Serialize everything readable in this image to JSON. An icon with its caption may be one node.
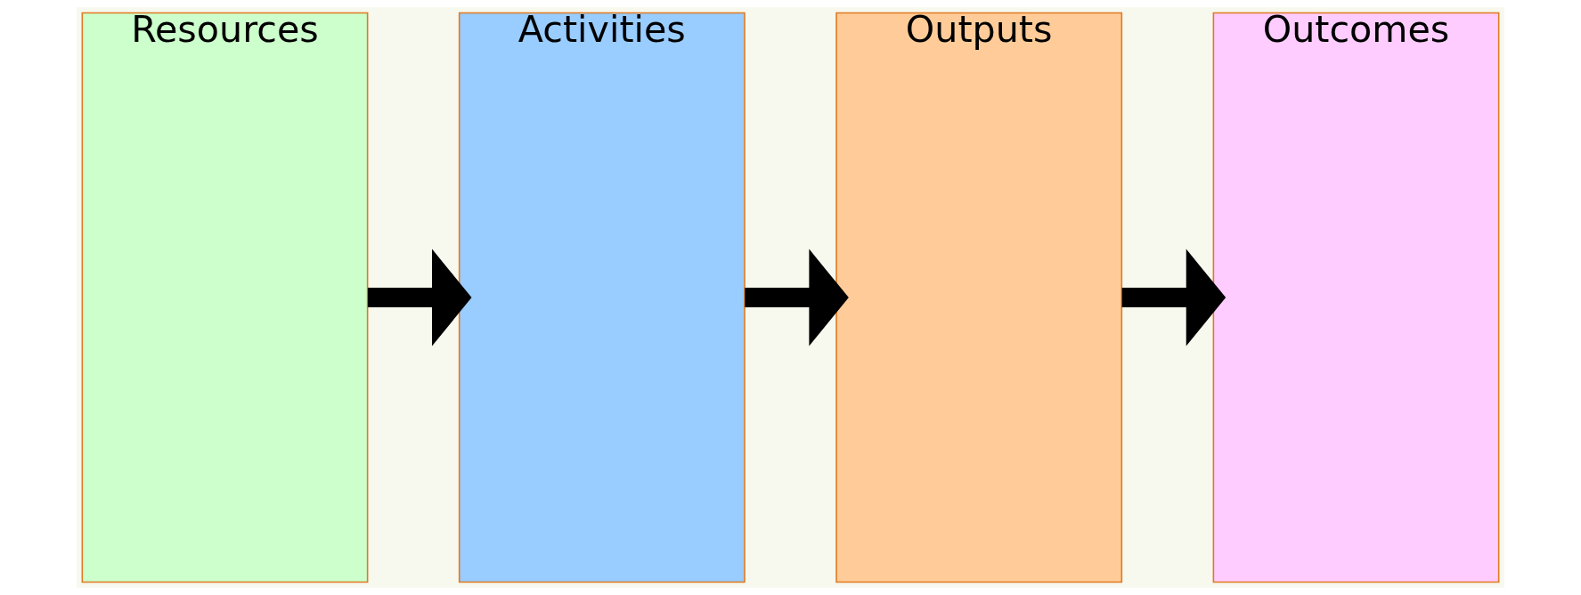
{
  "diagram": {
    "nodes": [
      {
        "text": [
          "Resources"
        ]
      },
      {
        "text": [
          "Activities"
        ]
      },
      {
        "text": [
          "Outputs"
        ]
      },
      {
        "text": [
          "Outcomes"
        ]
      }
    ],
    "edges": [
      {
        "from": 0,
        "to": 1,
        "arrow": "to"
      },
      {
        "from": 1,
        "to": 2,
        "arrow": "to"
      },
      {
        "from": 2,
        "to": 3,
        "arrow": "to"
      }
    ]
  }
}
